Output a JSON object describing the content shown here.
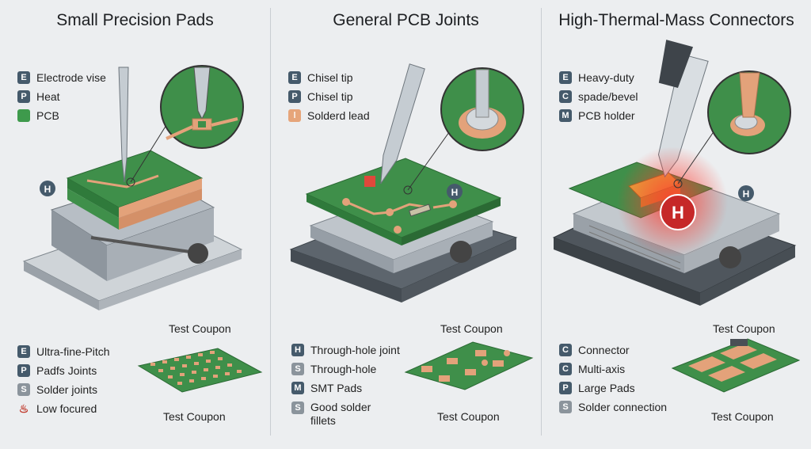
{
  "panels": [
    {
      "title": "Small Precision Pads",
      "legend_top": [
        {
          "badge": "E",
          "label": "Electrode vise",
          "style": "dark"
        },
        {
          "badge": "P",
          "label": "Heat",
          "style": "dark"
        },
        {
          "badge": "",
          "label": "PCB",
          "style": "green"
        }
      ],
      "test_coupon_top": "Test Coupon",
      "test_coupon_bottom": "Test Coupon",
      "legend_bottom": [
        {
          "badge": "E",
          "label": "Ultra-fine-Pitch",
          "style": "dark"
        },
        {
          "badge": "P",
          "label": "Padfs Joints",
          "style": "dark"
        },
        {
          "badge": "S",
          "label": "Solder joints",
          "style": "gray"
        },
        {
          "badge": "♨",
          "label": "Low focured",
          "style": "flame"
        }
      ],
      "marker": "H"
    },
    {
      "title": "General PCB Joints",
      "legend_top": [
        {
          "badge": "E",
          "label": "Chisel tip",
          "style": "dark"
        },
        {
          "badge": "P",
          "label": "Chisel tip",
          "style": "dark"
        },
        {
          "badge": "",
          "label": "Solderd lead",
          "style": "lead"
        }
      ],
      "test_coupon_top": "Test Coupon",
      "test_coupon_bottom": "Test Coupon",
      "legend_bottom": [
        {
          "badge": "H",
          "label": "Through-hole joint",
          "style": "dark"
        },
        {
          "badge": "S",
          "label": "Through-hole",
          "style": "gray"
        },
        {
          "badge": "M",
          "label": "SMT Pads",
          "style": "dark"
        },
        {
          "badge": "S",
          "label": "Good solder fillets",
          "style": "gray"
        }
      ],
      "marker": "H"
    },
    {
      "title": "High-Thermal-Mass Connectors",
      "legend_top": [
        {
          "badge": "E",
          "label": "Heavy-duty",
          "style": "dark"
        },
        {
          "badge": "C",
          "label": "spade/bevel",
          "style": "dark"
        },
        {
          "badge": "M",
          "label": "PCB holder",
          "style": "dark"
        }
      ],
      "test_coupon_top": "Test Coupon",
      "test_coupon_bottom": "Test Coupon",
      "legend_bottom": [
        {
          "badge": "C",
          "label": "Connector",
          "style": "dark"
        },
        {
          "badge": "C",
          "label": "Multi-axis",
          "style": "dark"
        },
        {
          "badge": "P",
          "label": "Large Pads",
          "style": "dark"
        },
        {
          "badge": "S",
          "label": "Solder connection",
          "style": "gray"
        }
      ],
      "marker": "H"
    }
  ],
  "colors": {
    "pcb_green": "#3f8f4a",
    "copper": "#e3a27a",
    "vise_gray": "#9aa3ab",
    "heat_red": "#d32f2f"
  }
}
